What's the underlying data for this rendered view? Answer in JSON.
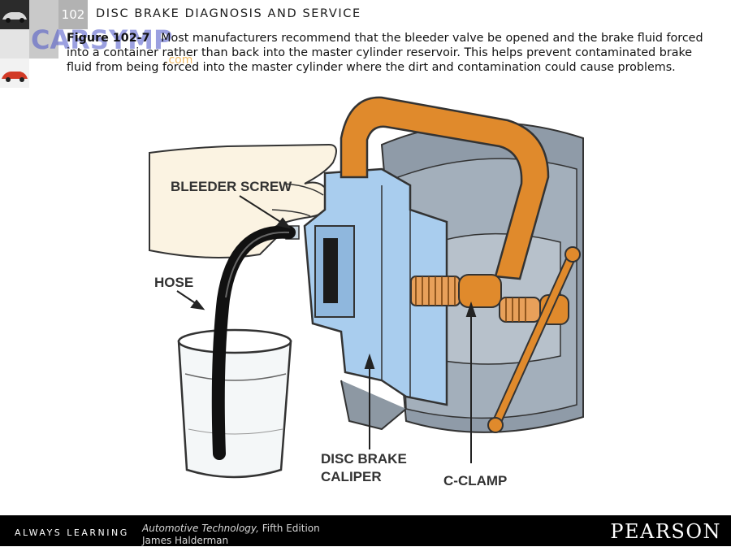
{
  "header": {
    "chapter_number": "102",
    "chapter_title": "DISC BRAKE DIAGNOSIS AND SERVICE"
  },
  "watermark": {
    "main": "CARSYMP",
    "sub": ".com"
  },
  "caption": {
    "figure_label": "Figure 102-7",
    "text": "Most manufacturers recommend that the bleeder valve be opened and the brake fluid forced into a container rather than back into the master cylinder reservoir. This helps prevent contaminated brake fluid from being forced into the master cylinder where the dirt and contamination could cause problems."
  },
  "illustration": {
    "labels": {
      "bleeder_screw": "BLEEDER SCREW",
      "hose": "HOSE",
      "caliper_line1": "DISC BRAKE",
      "caliper_line2": "CALIPER",
      "c_clamp": "C-CLAMP"
    },
    "colors": {
      "caliper": "#a9cdee",
      "clamp": "#e08a2c",
      "rotor": "#8f9ba8",
      "hand": "#fbf3e2"
    }
  },
  "footer": {
    "tagline": "ALWAYS LEARNING",
    "book_title": "Automotive Technology,",
    "edition": "Fifth Edition",
    "author": "James Halderman",
    "publisher": "PEARSON"
  }
}
